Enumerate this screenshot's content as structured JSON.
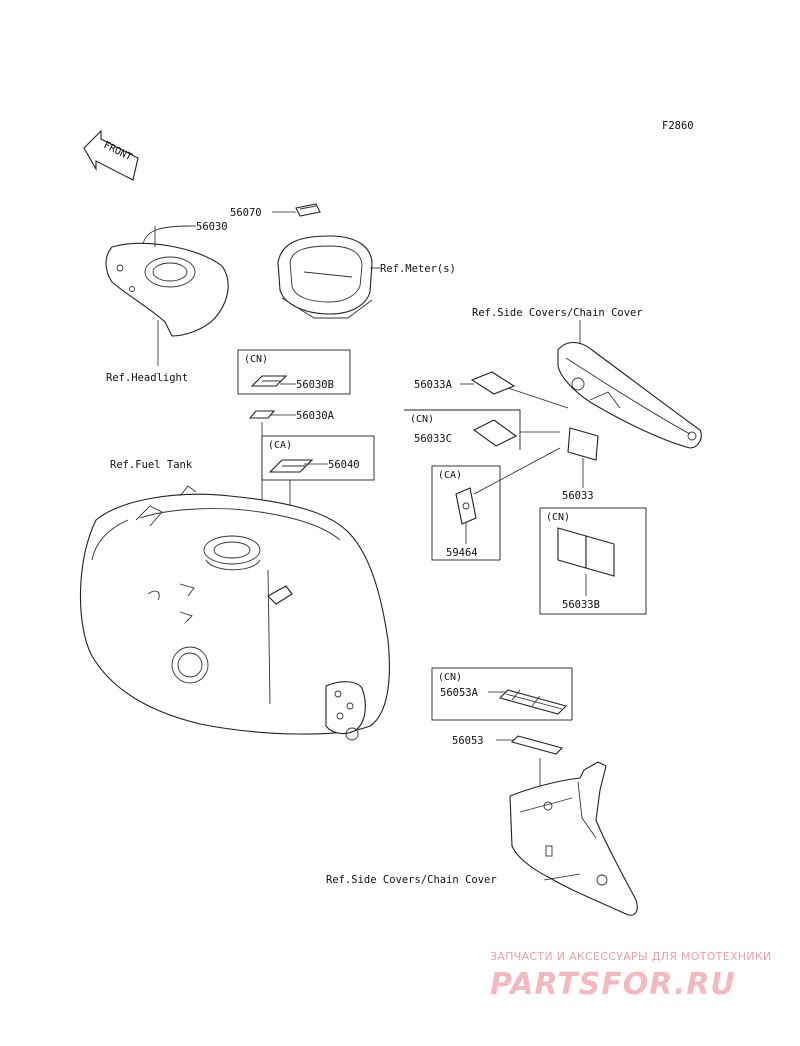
{
  "figure_code": "F2860",
  "front_label": "FRONT",
  "parts": {
    "p56070": "56070",
    "p56030": "56030",
    "p56030B": "56030B",
    "p56030A": "56030A",
    "p56040": "56040",
    "p56033A": "56033A",
    "p56033C": "56033C",
    "p56033": "56033",
    "p59464": "59464",
    "p56033B": "56033B",
    "p56053A": "56053A",
    "p56053": "56053"
  },
  "refs": {
    "meter": "Ref.Meter(s)",
    "side_covers_top": "Ref.Side Covers/Chain Cover",
    "headlight": "Ref.Headlight",
    "fuel_tank": "Ref.Fuel Tank",
    "side_covers_bottom": "Ref.Side Covers/Chain Cover"
  },
  "variants": {
    "cn_1": "(CN)",
    "ca_1": "(CA)",
    "cn_2": "(CN)",
    "ca_2": "(CA)",
    "cn_3": "(CN)",
    "cn_4": "(CN)"
  },
  "watermark": {
    "tagline": "ЗАПЧАСТИ И АКСЕССУАРЫ ДЛЯ МОТОТЕХНИКИ",
    "site": "PARTSFOR.RU"
  },
  "colors": {
    "line": "#222222",
    "watermark": "#f2b9c0"
  }
}
